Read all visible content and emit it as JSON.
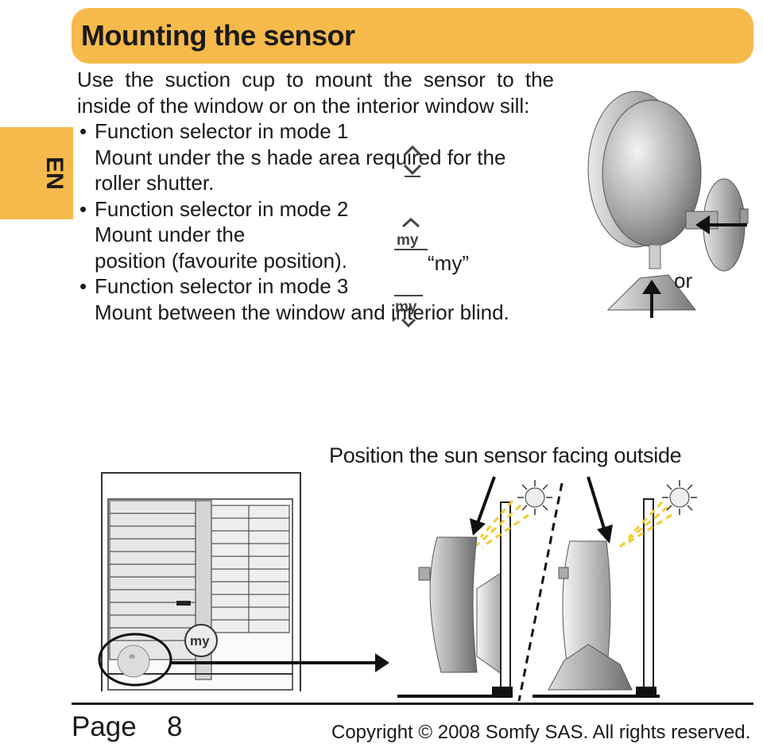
{
  "header": {
    "title": "Mounting the sensor"
  },
  "language_tab": "EN",
  "body": {
    "intro": "Use the suction cup to mount the sensor to the inside of the window or on the interior window sill:",
    "modes": [
      {
        "line1": "Function selector in mode 1",
        "line2": "Mount under the s hade area required for the",
        "line3": "roller shutter."
      },
      {
        "line1": "Function selector in mode 2",
        "line2": "Mount under the",
        "line3": "position (favourite position)."
      },
      {
        "line1": "Function selector in mode 3",
        "line2": "Mount between the window and interior blind."
      }
    ],
    "my_quote": "“my”",
    "mode_icon_label": "my"
  },
  "figure_top": {
    "or_label": "or"
  },
  "figure_bottom": {
    "caption": "Position the sun sensor facing outside",
    "window_button_label": "my"
  },
  "footer": {
    "page_label": "Page",
    "page_number": "8",
    "copyright": "Copyright © 2008 Somfy SAS. All rights reserved."
  }
}
